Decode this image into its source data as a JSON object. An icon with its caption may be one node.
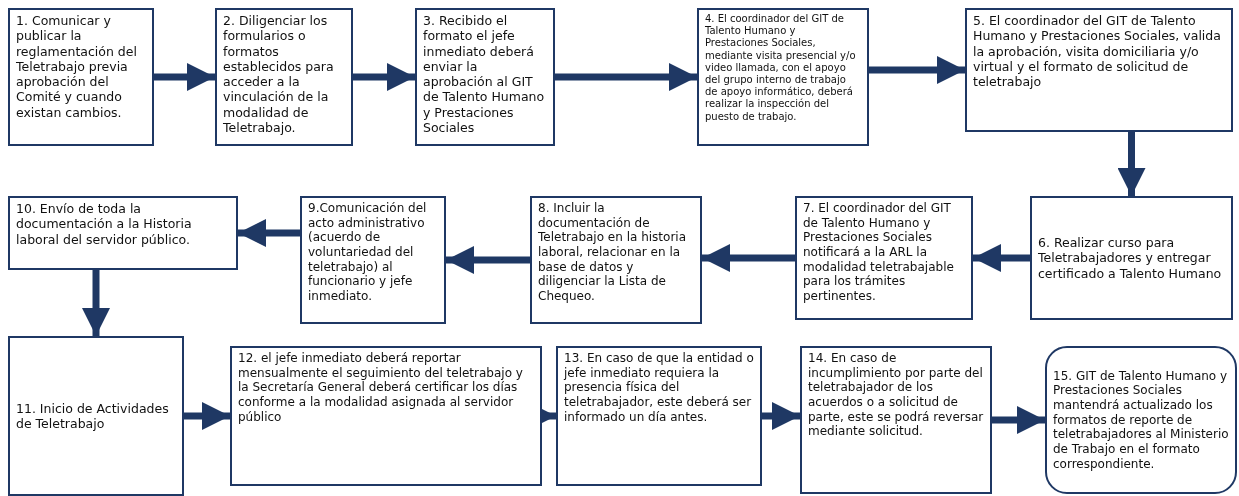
{
  "diagram": {
    "nodes": [
      {
        "text": [
          "1. Comunicar y publicar la reglamentación del Teletrabajo previa aprobación del Comité y cuando existan cambios."
        ]
      },
      {
        "text": [
          "2. Diligenciar los formularios o formatos establecidos para acceder a la vinculación de la modalidad de Teletrabajo."
        ]
      },
      {
        "text": [
          "3. Recibido el formato el jefe inmediato deberá enviar la aprobación al GIT de Talento Humano y Prestaciones Sociales"
        ]
      },
      {
        "text": [
          "4. El coordinador del GIT de Talento Humano y Prestaciones Sociales, mediante visita presencial y/o video llamada, con el apoyo del grupo interno de trabajo de apoyo informático, deberá realizar la inspección del puesto de trabajo."
        ]
      },
      {
        "text": [
          "5. El coordinador del GIT de Talento Humano y Prestaciones Sociales, valida la aprobación, visita domiciliaria y/o virtual y el formato de solicitud de teletrabajo"
        ]
      },
      {
        "text": [
          "6. Realizar curso para Teletrabajadores y entregar certificado a Talento Humano"
        ]
      },
      {
        "text": [
          "7. El coordinador del GIT de Talento Humano y Prestaciones Sociales notificará a la ARL la modalidad teletrabajable para los trámites pertinentes."
        ]
      },
      {
        "text": [
          "8. Incluir la documentación de Teletrabajo en la historia laboral, relacionar en la base de datos y diligenciar la Lista de Chequeo."
        ]
      },
      {
        "text": [
          "9.Comunicación del acto administrativo (acuerdo de voluntariedad del teletrabajo) al funcionario y jefe inmediato."
        ]
      },
      {
        "text": [
          "10. Envío de toda la documentación a la Historia laboral del servidor público."
        ]
      },
      {
        "text": [
          "11. Inicio de Actividades de Teletrabajo"
        ]
      },
      {
        "text": [
          "12. el jefe inmediato deberá reportar mensualmente el seguimiento del teletrabajo y la Secretaría General deberá certificar los días conforme a la modalidad asignada al servidor público"
        ]
      },
      {
        "text": [
          "13. En caso de que la entidad o jefe inmediato requiera la presencia física del teletrabajador, este deberá ser informado un día antes."
        ]
      },
      {
        "text": [
          "14. En caso de incumplimiento por parte del teletrabajador de los acuerdos o a solicitud de parte, este se podrá reversar mediante solicitud."
        ]
      },
      {
        "text": [
          "15. GIT de Talento Humano y Prestaciones Sociales mantendrá actualizado los formatos de reporte de teletrabajadores al Ministerio de Trabajo en el formato correspondiente."
        ]
      }
    ],
    "edges": [
      {
        "from": 0,
        "to": 1,
        "arrow": "to"
      },
      {
        "from": 1,
        "to": 2,
        "arrow": "to"
      },
      {
        "from": 2,
        "to": 3,
        "arrow": "to"
      },
      {
        "from": 3,
        "to": 4,
        "arrow": "to"
      },
      {
        "from": 4,
        "to": 5,
        "arrow": "to"
      },
      {
        "from": 5,
        "to": 6,
        "arrow": "to"
      },
      {
        "from": 6,
        "to": 7,
        "arrow": "to"
      },
      {
        "from": 7,
        "to": 8,
        "arrow": "to"
      },
      {
        "from": 8,
        "to": 9,
        "arrow": "to"
      },
      {
        "from": 9,
        "to": 10,
        "arrow": "to"
      },
      {
        "from": 10,
        "to": 11,
        "arrow": "to"
      },
      {
        "from": 11,
        "to": 12,
        "arrow": "to"
      },
      {
        "from": 12,
        "to": 13,
        "arrow": "to"
      },
      {
        "from": 13,
        "to": 14,
        "arrow": "to"
      }
    ]
  }
}
